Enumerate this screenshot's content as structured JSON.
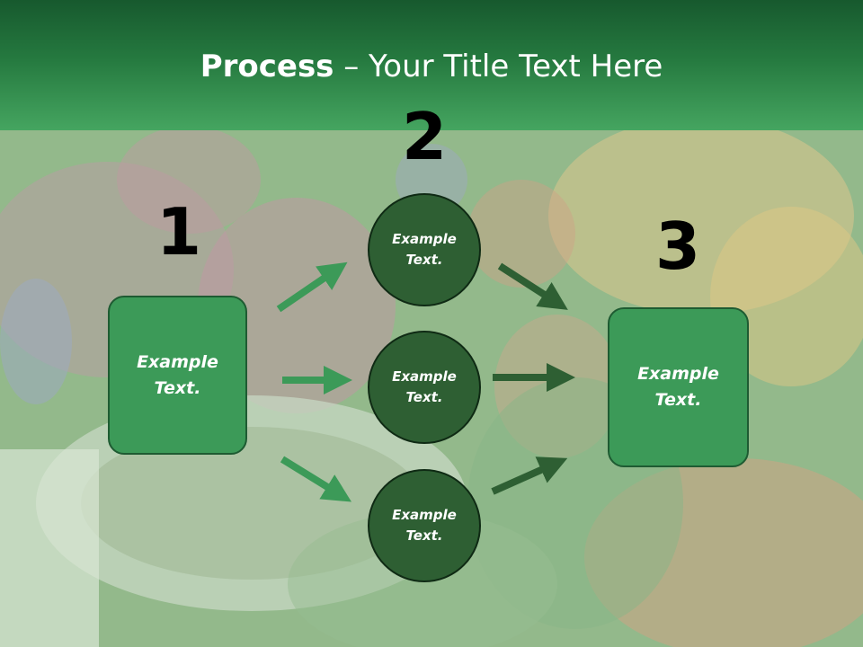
{
  "slide": {
    "title_bold": "Process",
    "title_rest": " – Your Title Text Here"
  },
  "steps": [
    {
      "number": "1"
    },
    {
      "number": "2"
    },
    {
      "number": "3"
    }
  ],
  "boxes": {
    "left": {
      "text": "Example Text."
    },
    "right": {
      "text": "Example Text."
    }
  },
  "circles": [
    {
      "text": "Example Text."
    },
    {
      "text": "Example Text."
    },
    {
      "text": "Example Text."
    }
  ],
  "colors": {
    "header_dark": "#17592e",
    "header_light": "#45a560",
    "box_fill": "#3c9a58",
    "circle_fill": "#2e5f33",
    "arrow_light": "#3c9a58",
    "arrow_dark": "#2e5f33"
  }
}
